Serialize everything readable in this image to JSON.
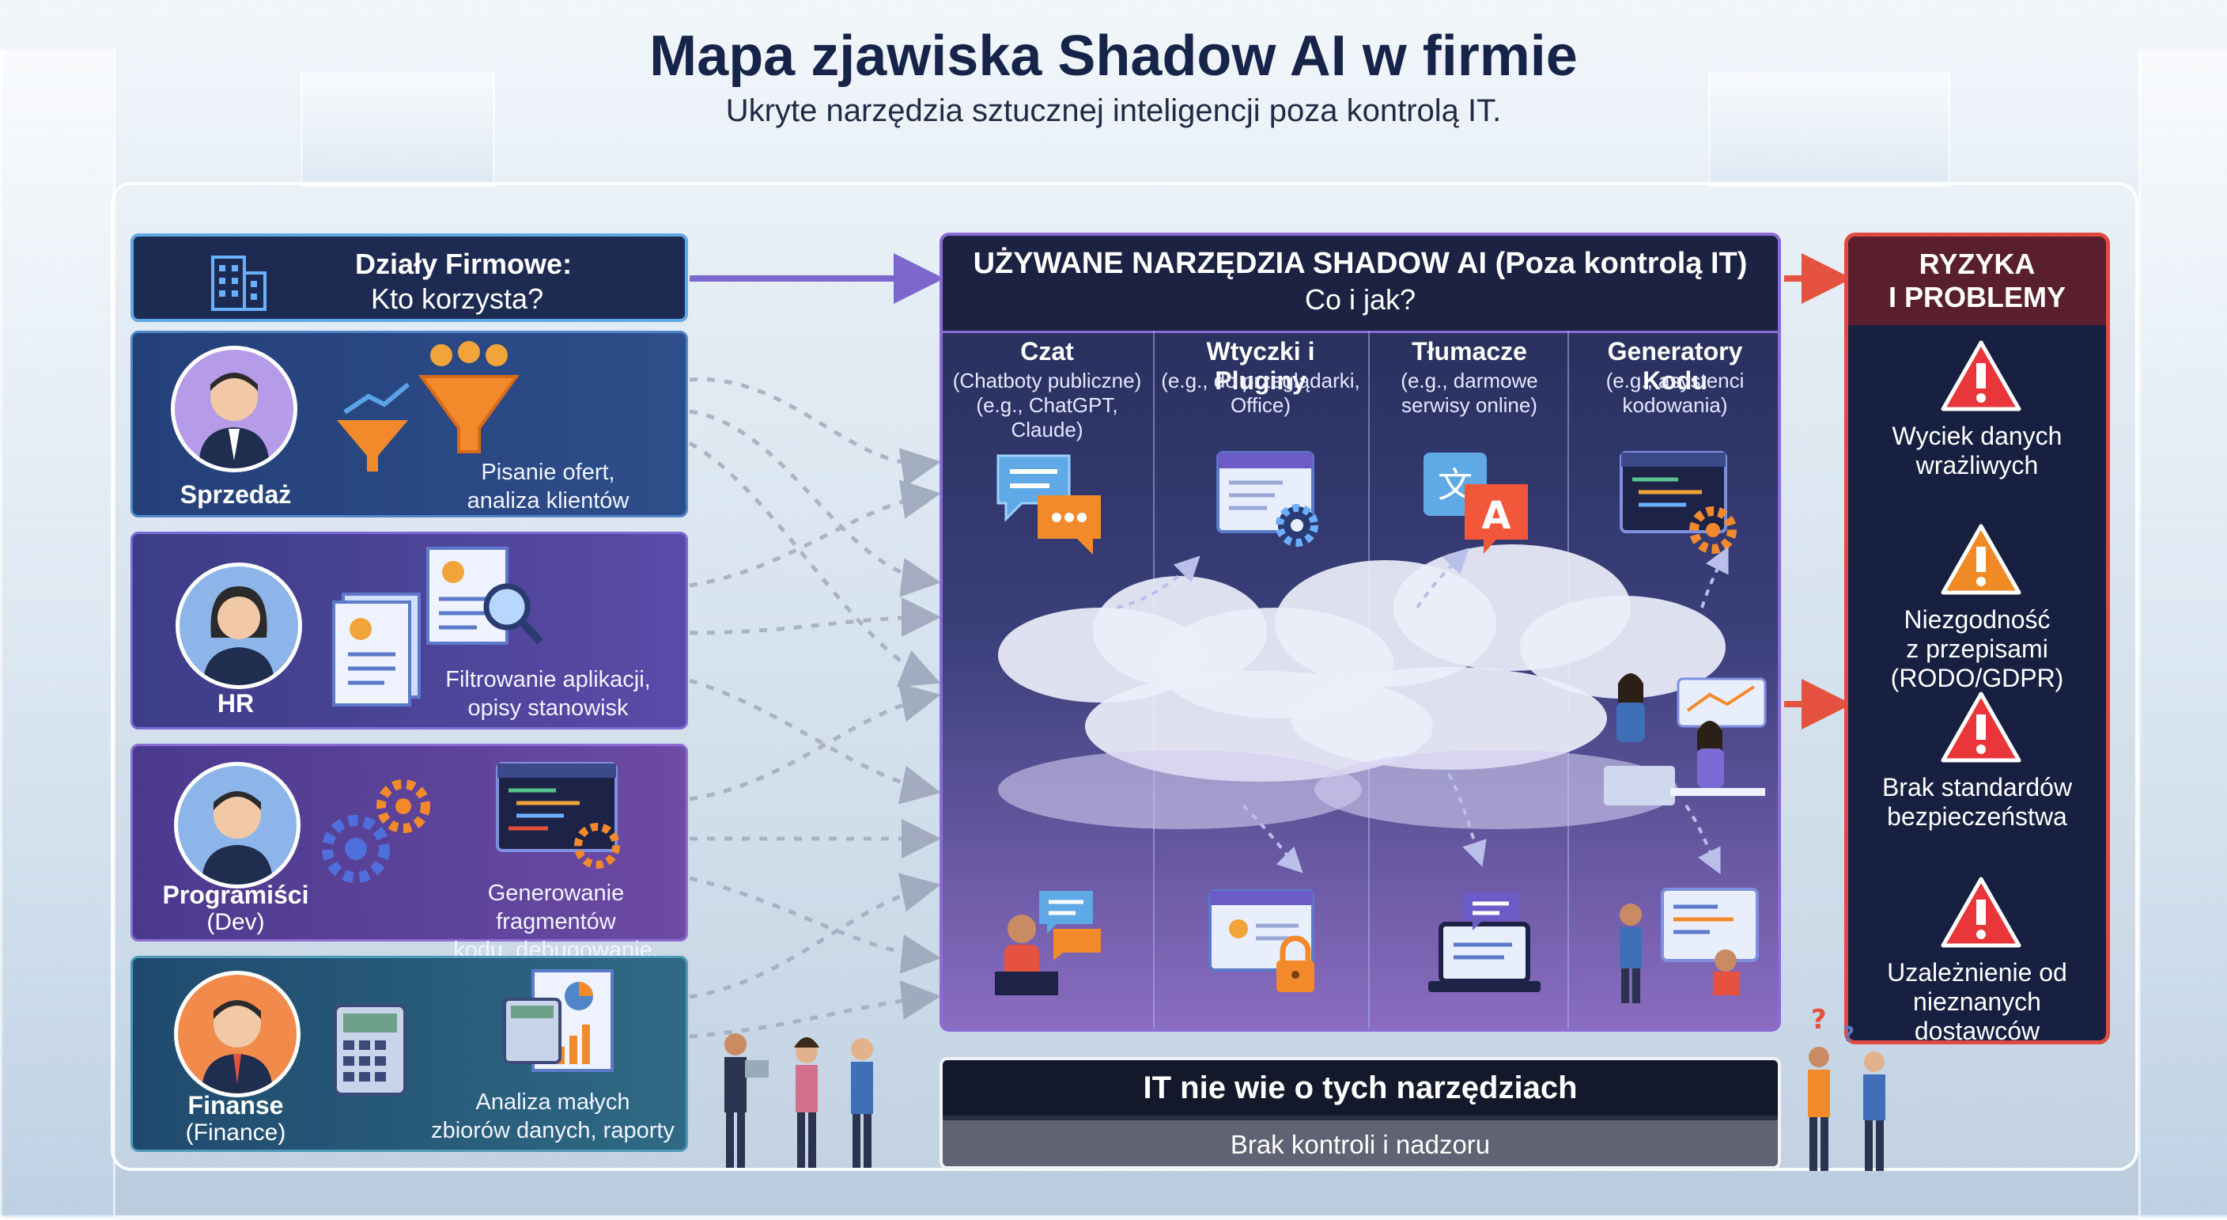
{
  "title": "Mapa zjawiska Shadow AI w firmie",
  "subtitle": "Ukryte narzędzia sztucznej inteligencji poza kontrolą IT.",
  "departments": {
    "header_line1": "Działy Firmowe:",
    "header_line2": "Kto korzysta?",
    "items": [
      {
        "name": "Sprzedaż",
        "desc_line1": "Pisanie ofert,",
        "desc_line2": "analiza klientów"
      },
      {
        "name": "HR",
        "desc_line1": "Filtrowanie aplikacji,",
        "desc_line2": "opisy stanowisk"
      },
      {
        "name": "Programiści",
        "name2": "(Dev)",
        "desc_line1": "Generowanie fragmentów",
        "desc_line2": "kodu, debugowanie,"
      },
      {
        "name": "Finanse",
        "name2": "(Finance)",
        "desc_line1": "Analiza małych",
        "desc_line2": "zbiorów danych, raporty"
      }
    ]
  },
  "tools": {
    "header_line1": "UŻYWANE NARZĘDZIA SHADOW AI (Poza kontrolą IT)",
    "header_line2": "Co i jak?",
    "columns": [
      {
        "title": "Czat",
        "sub_line1": "(Chatboty publiczne)",
        "sub_line2": "(e.g., ChatGPT, Claude)"
      },
      {
        "title": "Wtyczki i Pluginy",
        "sub_line1": "(e.g., do przeglądarki,",
        "sub_line2": "Office)"
      },
      {
        "title": "Tłumacze",
        "sub_line1": "(e.g., darmowe",
        "sub_line2": "serwisy online)"
      },
      {
        "title": "Generatory Kodu",
        "sub_line1": "(e.g., asystenci",
        "sub_line2": "kodowania)"
      }
    ]
  },
  "it_box": {
    "line1": "IT nie wie o tych narzędziach",
    "line2": "Brak kontroli i nadzoru"
  },
  "risks": {
    "header_line1": "RYZYKA",
    "header_line2": "I PROBLEMY",
    "items": [
      {
        "lines": [
          "Wyciek danych",
          "wrażliwych"
        ],
        "color": "#e8363a"
      },
      {
        "lines": [
          "Niezgodność",
          "z przepisami",
          "(RODO/GDPR)"
        ],
        "color": "#f08a24"
      },
      {
        "lines": [
          "Brak standardów",
          "bezpieczeństwa"
        ],
        "color": "#e8363a"
      },
      {
        "lines": [
          "Uzależnienie od",
          "nieznanych",
          "dostawców"
        ],
        "color": "#e8363a"
      }
    ]
  },
  "colors": {
    "accent_blue": "#5ea9e6",
    "accent_purple": "#8b6bd6",
    "risk_red": "#e04a43",
    "dark_navy": "#1d2b52"
  }
}
